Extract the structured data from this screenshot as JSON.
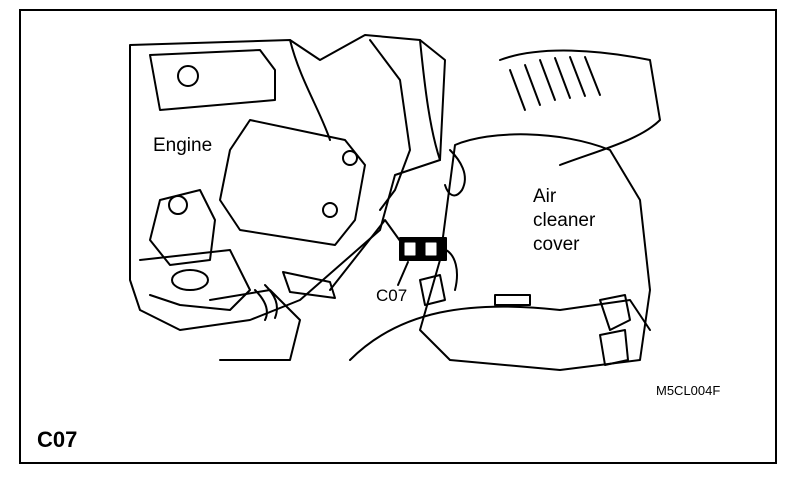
{
  "labels": {
    "engine": "Engine",
    "air_cleaner_cover": "Air\ncleaner\ncover",
    "connector": "C07",
    "drawing_code": "M5CL004F",
    "figure_id": "C07"
  },
  "colors": {
    "ink": "#000000",
    "paper": "#ffffff"
  }
}
